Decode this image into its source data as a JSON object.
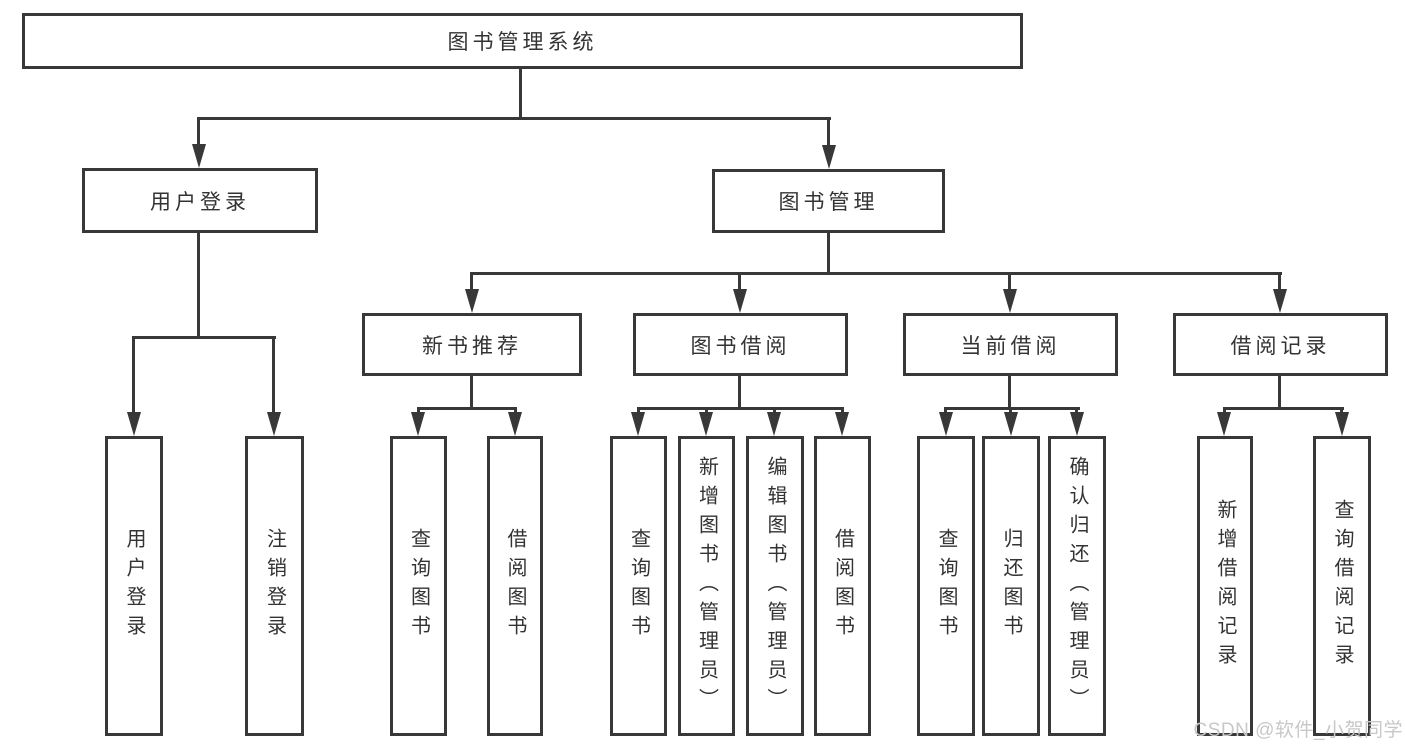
{
  "colors": {
    "line": "#383838",
    "text": "#333333",
    "watermark": "#c8c8c8",
    "bg": "#ffffff"
  },
  "watermark": "CSDN @软件_小贺同学",
  "nodes": {
    "root": "图书管理系统",
    "user_login": "用户登录",
    "book_mgmt": "图书管理",
    "new_books": "新书推荐",
    "book_borrow": "图书借阅",
    "current_borrow": "当前借阅",
    "borrow_records": "借阅记录",
    "login_user_login": "用户登录",
    "login_logout": "注销登录",
    "rec_query_books": "查询图书",
    "rec_borrow_books": "借阅图书",
    "bor_query_books": "查询图书",
    "bor_add_books": "新增图书（管理员）",
    "bor_edit_books": "编辑图书（管理员）",
    "bor_borrow_books": "借阅图书",
    "cur_query_books": "查询图书",
    "cur_return_books": "归还图书",
    "cur_confirm_return": "确认归还（管理员）",
    "recd_add_record": "新增借阅记录",
    "recd_query_record": "查询借阅记录"
  }
}
